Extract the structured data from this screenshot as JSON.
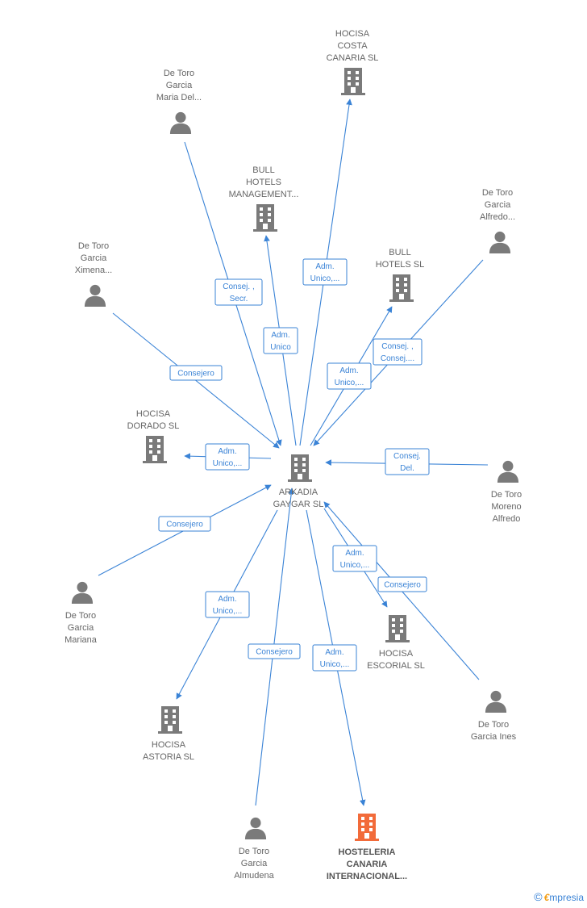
{
  "colors": {
    "edge": "#3a83d6",
    "company_icon": "#7a7a7a",
    "person_icon": "#7a7a7a",
    "highlight": "#f26b3a",
    "label": "#666666"
  },
  "nodes": [
    {
      "id": "arkadia",
      "type": "company",
      "lines": [
        "ARKADIA",
        "GAYGAR  SL"
      ]
    },
    {
      "id": "costa",
      "type": "company",
      "lines": [
        "HOCISA",
        "COSTA",
        "CANARIA   SL"
      ]
    },
    {
      "id": "bull_mgmt",
      "type": "company",
      "lines": [
        "BULL",
        "HOTELS",
        "MANAGEMENT..."
      ]
    },
    {
      "id": "bull_hotels",
      "type": "company",
      "lines": [
        "BULL",
        "HOTELS  SL"
      ]
    },
    {
      "id": "dorado",
      "type": "company",
      "lines": [
        "HOCISA",
        "DORADO   SL"
      ]
    },
    {
      "id": "escorial",
      "type": "company",
      "lines": [
        "HOCISA",
        "ESCORIAL   SL"
      ]
    },
    {
      "id": "astoria",
      "type": "company",
      "lines": [
        "HOCISA",
        "ASTORIA   SL"
      ]
    },
    {
      "id": "hosteleria",
      "type": "company",
      "highlight": true,
      "lines": [
        "HOSTELERIA",
        "CANARIA",
        "INTERNACIONAL..."
      ]
    },
    {
      "id": "maria",
      "type": "person",
      "lines": [
        "De Toro",
        "Garcia",
        "Maria Del..."
      ]
    },
    {
      "id": "alfredo_g",
      "type": "person",
      "lines": [
        "De Toro",
        "Garcia",
        "Alfredo..."
      ]
    },
    {
      "id": "ximena",
      "type": "person",
      "lines": [
        "De Toro",
        "Garcia",
        "Ximena..."
      ]
    },
    {
      "id": "moreno",
      "type": "person",
      "lines": [
        "De Toro",
        "Moreno",
        "Alfredo"
      ]
    },
    {
      "id": "mariana",
      "type": "person",
      "lines": [
        "De Toro",
        "Garcia",
        "Mariana"
      ]
    },
    {
      "id": "ines",
      "type": "person",
      "lines": [
        "De Toro",
        "Garcia Ines"
      ]
    },
    {
      "id": "almudena",
      "type": "person",
      "lines": [
        "De Toro",
        "Garcia",
        "Almudena"
      ]
    }
  ],
  "edges": [
    {
      "from": "maria",
      "to": "arkadia",
      "label": [
        "Consej. ,",
        "Secr."
      ]
    },
    {
      "from": "arkadia",
      "to": "costa",
      "label": [
        "Adm.",
        "Unico,..."
      ]
    },
    {
      "from": "arkadia",
      "to": "bull_mgmt",
      "label": [
        "Adm.",
        "Unico"
      ]
    },
    {
      "from": "arkadia",
      "to": "bull_hotels",
      "label": [
        "Adm.",
        "Unico,..."
      ]
    },
    {
      "from": "alfredo_g",
      "to": "arkadia",
      "label": [
        "Consej. ,",
        "Consej...."
      ]
    },
    {
      "from": "ximena",
      "to": "arkadia",
      "label": [
        "Consejero"
      ]
    },
    {
      "from": "arkadia",
      "to": "dorado",
      "label": [
        "Adm.",
        "Unico,..."
      ]
    },
    {
      "from": "moreno",
      "to": "arkadia",
      "label": [
        "Consej.",
        "Del."
      ]
    },
    {
      "from": "mariana",
      "to": "arkadia",
      "label": [
        "Consejero"
      ]
    },
    {
      "from": "arkadia",
      "to": "escorial",
      "label": [
        "Adm.",
        "Unico,..."
      ]
    },
    {
      "from": "ines",
      "to": "arkadia",
      "label": [
        "Consejero"
      ]
    },
    {
      "from": "arkadia",
      "to": "astoria",
      "label": [
        "Adm.",
        "Unico,..."
      ]
    },
    {
      "from": "almudena",
      "to": "arkadia",
      "label": [
        "Consejero"
      ]
    },
    {
      "from": "arkadia",
      "to": "hosteleria",
      "label": [
        "Adm.",
        "Unico,..."
      ]
    }
  ],
  "watermark": {
    "copyright": "©",
    "brand_first": "€",
    "brand_rest": "mpresia"
  }
}
